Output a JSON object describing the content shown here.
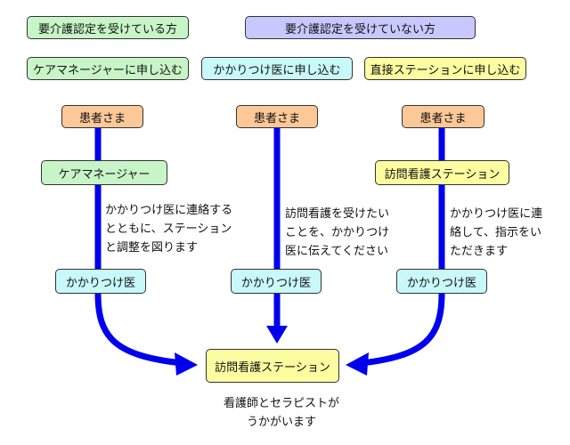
{
  "header": {
    "certified": "要介護認定を受けている方",
    "not_certified": "要介護認定を受けていない方"
  },
  "routes": {
    "care_manager": "ケアマネージャーに申し込む",
    "family_doctor": "かかりつけ医に申し込む",
    "station_direct": "直接ステーションに申し込む"
  },
  "flow": {
    "patient_label": "患者さま",
    "care_manager": "ケアマネージャー",
    "station": "訪問看護ステーション",
    "doctor": "かかりつけ医",
    "note_care_manager": "かかりつけ医に連絡する\nとともに、ステーション\nと調整を図ります",
    "note_doctor": "訪問看護を受けたい\nことを、かかりつけ\n医に伝えてください",
    "note_station": "かかりつけ医に連\n絡して、指示をい\nただきます",
    "final_station": "訪問看護ステーション",
    "final_note": "看護師とセラピストが\nうかがいます"
  },
  "colors": {
    "arrow": "#0000ee",
    "green": "#c8f5c8",
    "purple": "#c8c8ff",
    "cyan": "#c8f8f8",
    "yellow": "#fcfca0",
    "orange": "#fcc898"
  }
}
